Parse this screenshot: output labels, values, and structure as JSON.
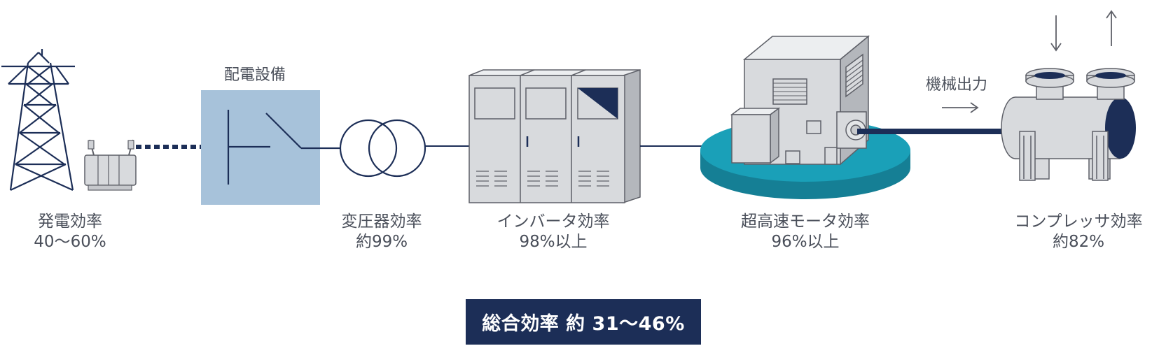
{
  "stages": [
    {
      "name": "発電効率",
      "value": "40〜60%"
    },
    {
      "name": "変圧器効率",
      "value": "約99%"
    },
    {
      "name": "インバータ効率",
      "value": "98%以上"
    },
    {
      "name": "超高速モータ効率",
      "value": "96%以上"
    },
    {
      "name": "コンプレッサ効率",
      "value": "約82%"
    }
  ],
  "distribution_label": "配電設備",
  "mechanical_output_label": "機械出力",
  "total_efficiency": "総合効率 約 31〜46%",
  "colors": {
    "navy": "#1c2e57",
    "light_blue_panel": "#a7c2da",
    "teal": "#1aa0b8",
    "cabinet_gray": "#d8dadd",
    "outline": "#5e6068"
  }
}
